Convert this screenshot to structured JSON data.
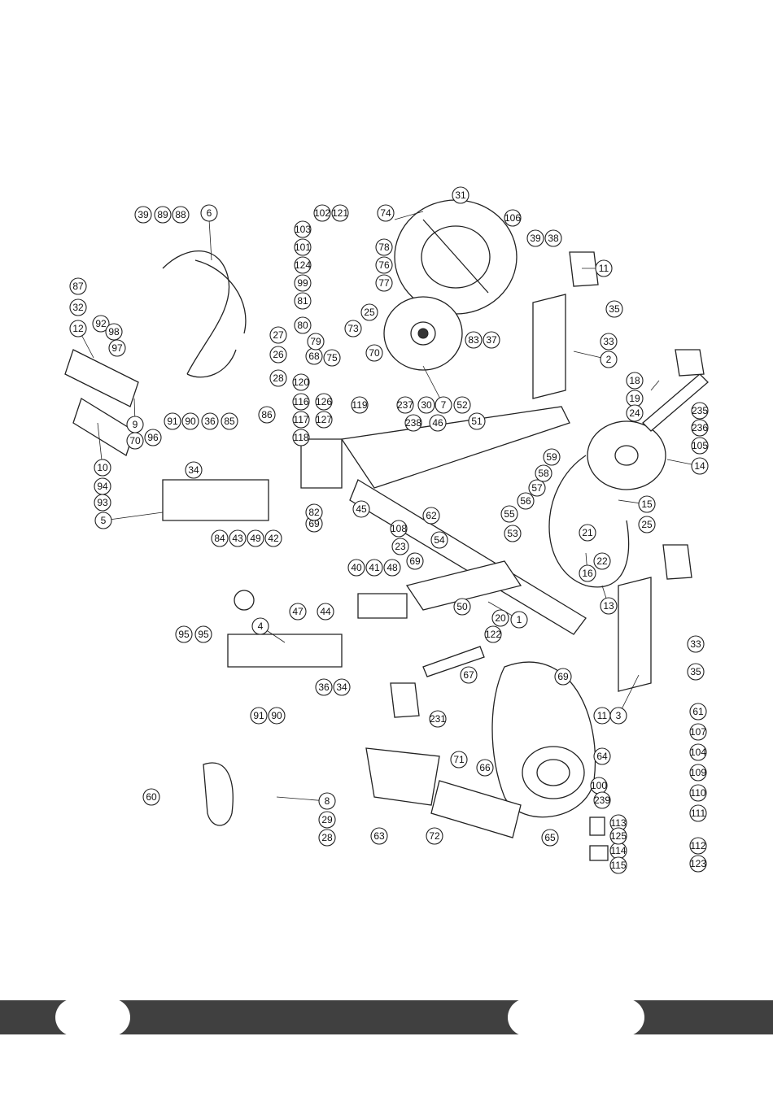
{
  "diagram": {
    "callouts": [
      "1",
      "2",
      "3",
      "4",
      "5",
      "6",
      "7",
      "8",
      "9",
      "10",
      "11",
      "11",
      "12",
      "13",
      "14",
      "15",
      "16",
      "18",
      "19",
      "20",
      "21",
      "22",
      "23",
      "24",
      "25",
      "25",
      "26",
      "27",
      "28",
      "28",
      "29",
      "30",
      "31",
      "32",
      "33",
      "33",
      "34",
      "34",
      "35",
      "35",
      "36",
      "36",
      "37",
      "38",
      "39",
      "39",
      "40",
      "41",
      "42",
      "43",
      "44",
      "45",
      "46",
      "47",
      "48",
      "49",
      "50",
      "51",
      "52",
      "53",
      "54",
      "55",
      "56",
      "57",
      "58",
      "59",
      "60",
      "61",
      "62",
      "63",
      "64",
      "65",
      "66",
      "67",
      "68",
      "69",
      "69",
      "69",
      "70",
      "70",
      "71",
      "72",
      "73",
      "74",
      "75",
      "76",
      "77",
      "78",
      "79",
      "80",
      "81",
      "82",
      "83",
      "84",
      "85",
      "86",
      "87",
      "88",
      "89",
      "90",
      "90",
      "91",
      "91",
      "92",
      "93",
      "94",
      "95",
      "95",
      "96",
      "97",
      "98",
      "99",
      "100",
      "101",
      "102",
      "103",
      "104",
      "105",
      "106",
      "107",
      "108",
      "109",
      "110",
      "111",
      "112",
      "113",
      "114",
      "115",
      "116",
      "117",
      "118",
      "119",
      "120",
      "121",
      "122",
      "123",
      "124",
      "125",
      "126",
      "127",
      "231",
      "235",
      "236",
      "237",
      "238",
      "239"
    ]
  },
  "colors": {
    "line": "#222222",
    "footer_bar": "#404040",
    "background": "#ffffff"
  }
}
